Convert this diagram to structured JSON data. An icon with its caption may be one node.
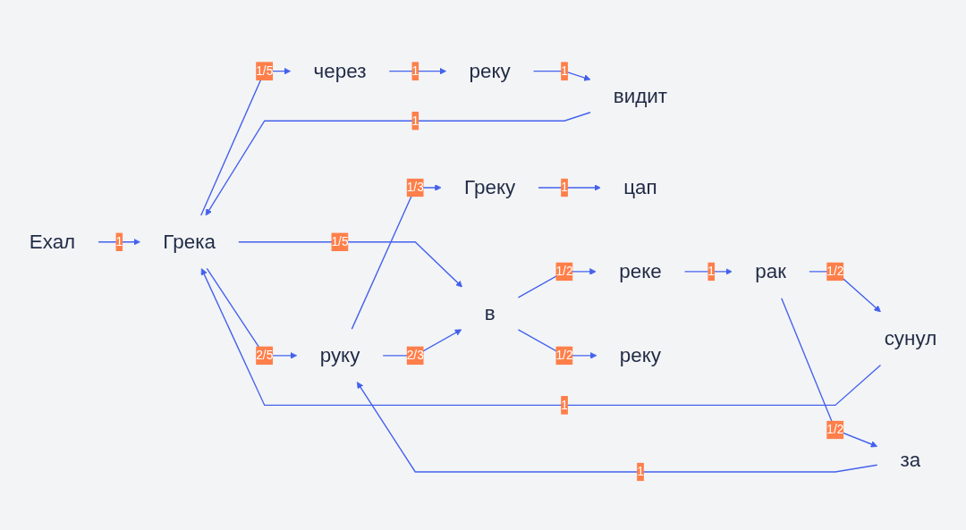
{
  "diagram": {
    "nodes": [
      {
        "text": [
          "Ехал"
        ]
      },
      {
        "text": [
          "видит"
        ]
      },
      {
        "text": [
          "Греку"
        ]
      },
      {
        "text": [
          "реку"
        ]
      },
      {
        "text": [
          "Грека"
        ]
      },
      {
        "text": [
          "руку"
        ]
      },
      {
        "text": [
          "цап"
        ]
      },
      {
        "text": [
          "через"
        ]
      },
      {
        "text": [
          "в"
        ]
      },
      {
        "text": [
          "сунул"
        ]
      },
      {
        "text": [
          "реке"
        ]
      },
      {
        "text": [
          "реку"
        ]
      },
      {
        "text": [
          "за"
        ]
      },
      {
        "text": [
          "рак"
        ]
      }
    ],
    "edges": [
      {
        "from": 0,
        "to": 4,
        "arrow": "to",
        "label": "1"
      },
      {
        "from": 1,
        "to": 4,
        "arrow": "to",
        "label": "1"
      },
      {
        "from": 3,
        "to": 1,
        "arrow": "to",
        "label": "1"
      },
      {
        "from": 7,
        "to": 3,
        "arrow": "to",
        "label": "1"
      },
      {
        "from": 4,
        "to": 7,
        "arrow": "to",
        "label": "1/5"
      },
      {
        "from": 4,
        "to": 5,
        "arrow": "to",
        "label": "2/5"
      },
      {
        "from": 4,
        "to": 8,
        "arrow": "to",
        "label": "1/5"
      },
      {
        "from": 5,
        "to": 2,
        "arrow": "to",
        "label": "1/3"
      },
      {
        "from": 5,
        "to": 8,
        "arrow": "to",
        "label": "2/3"
      },
      {
        "from": 2,
        "to": 6,
        "arrow": "to",
        "label": "1"
      },
      {
        "from": 8,
        "to": 10,
        "arrow": "to",
        "label": "1/2"
      },
      {
        "from": 8,
        "to": 11,
        "arrow": "to",
        "label": "1/2"
      },
      {
        "from": 10,
        "to": 13,
        "arrow": "to",
        "label": "1"
      },
      {
        "from": 13,
        "to": 9,
        "arrow": "to",
        "label": "1/2"
      },
      {
        "from": 13,
        "to": 12,
        "arrow": "to",
        "label": "1/2"
      },
      {
        "from": 9,
        "to": 4,
        "arrow": "to",
        "label": "1"
      },
      {
        "from": 12,
        "to": 5,
        "arrow": "to",
        "label": "1"
      }
    ]
  }
}
